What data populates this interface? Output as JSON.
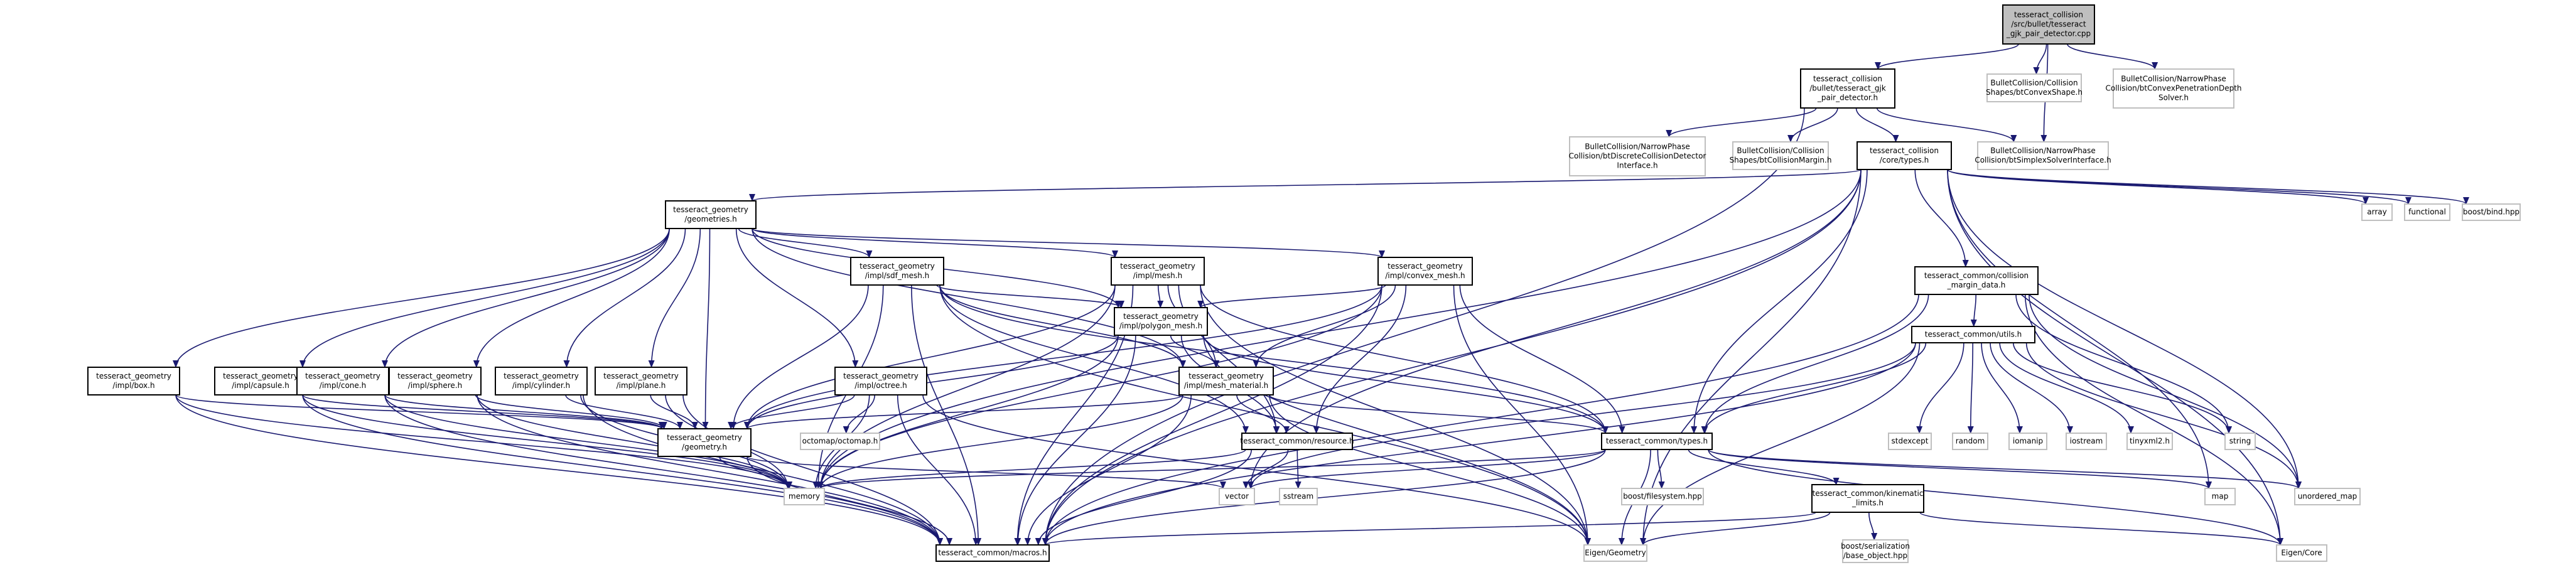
{
  "colors": {
    "edge": "#191970",
    "node_border": "#000000",
    "external_border": "#bfbfbf",
    "root_fill": "#bfbfbf",
    "node_fill": "#ffffff",
    "text": "#000000"
  },
  "nodes": [
    {
      "id": "root",
      "lines": [
        "tesseract_collision",
        "/src/bullet/tesseract",
        "_gjk_pair_detector.cpp"
      ],
      "kind": "root"
    },
    {
      "id": "gjk_h",
      "lines": [
        "tesseract_collision",
        "/bullet/tesseract_gjk",
        "_pair_detector.h"
      ],
      "kind": "doc"
    },
    {
      "id": "btConvexShape",
      "lines": [
        "BulletCollision/Collision",
        "Shapes/btConvexShape.h"
      ],
      "kind": "external"
    },
    {
      "id": "btConvexPen",
      "lines": [
        "BulletCollision/NarrowPhase",
        "Collision/btConvexPenetrationDepth",
        "Solver.h"
      ],
      "kind": "external"
    },
    {
      "id": "btDiscrete",
      "lines": [
        "BulletCollision/NarrowPhase",
        "Collision/btDiscreteCollisionDetector",
        "Interface.h"
      ],
      "kind": "external"
    },
    {
      "id": "btMargin",
      "lines": [
        "BulletCollision/Collision",
        "Shapes/btCollisionMargin.h"
      ],
      "kind": "external"
    },
    {
      "id": "core_types",
      "lines": [
        "tesseract_collision",
        "/core/types.h"
      ],
      "kind": "doc"
    },
    {
      "id": "btSimplex",
      "lines": [
        "BulletCollision/NarrowPhase",
        "Collision/btSimplexSolverInterface.h"
      ],
      "kind": "external"
    },
    {
      "id": "array",
      "lines": [
        "array"
      ],
      "kind": "external"
    },
    {
      "id": "functional",
      "lines": [
        "functional"
      ],
      "kind": "external"
    },
    {
      "id": "boost_bind",
      "lines": [
        "boost/bind.hpp"
      ],
      "kind": "external"
    },
    {
      "id": "geometries",
      "lines": [
        "tesseract_geometry",
        "/geometries.h"
      ],
      "kind": "doc"
    },
    {
      "id": "sdf_mesh",
      "lines": [
        "tesseract_geometry",
        "/impl/sdf_mesh.h"
      ],
      "kind": "doc"
    },
    {
      "id": "mesh",
      "lines": [
        "tesseract_geometry",
        "/impl/mesh.h"
      ],
      "kind": "doc"
    },
    {
      "id": "convex_mesh",
      "lines": [
        "tesseract_geometry",
        "/impl/convex_mesh.h"
      ],
      "kind": "doc"
    },
    {
      "id": "polygon_mesh",
      "lines": [
        "tesseract_geometry",
        "/impl/polygon_mesh.h"
      ],
      "kind": "doc"
    },
    {
      "id": "collision_margin",
      "lines": [
        "tesseract_common/collision",
        "_margin_data.h"
      ],
      "kind": "doc"
    },
    {
      "id": "utils",
      "lines": [
        "tesseract_common/utils.h"
      ],
      "kind": "doc"
    },
    {
      "id": "box",
      "lines": [
        "tesseract_geometry",
        "/impl/box.h"
      ],
      "kind": "doc"
    },
    {
      "id": "capsule",
      "lines": [
        "tesseract_geometry",
        "/impl/capsule.h"
      ],
      "kind": "doc"
    },
    {
      "id": "cone",
      "lines": [
        "tesseract_geometry",
        "/impl/cone.h"
      ],
      "kind": "doc"
    },
    {
      "id": "sphere",
      "lines": [
        "tesseract_geometry",
        "/impl/sphere.h"
      ],
      "kind": "doc"
    },
    {
      "id": "cylinder",
      "lines": [
        "tesseract_geometry",
        "/impl/cylinder.h"
      ],
      "kind": "doc"
    },
    {
      "id": "plane",
      "lines": [
        "tesseract_geometry",
        "/impl/plane.h"
      ],
      "kind": "doc"
    },
    {
      "id": "octree",
      "lines": [
        "tesseract_geometry",
        "/impl/octree.h"
      ],
      "kind": "doc"
    },
    {
      "id": "mesh_material",
      "lines": [
        "tesseract_geometry",
        "/impl/mesh_material.h"
      ],
      "kind": "doc"
    },
    {
      "id": "geometry",
      "lines": [
        "tesseract_geometry",
        "/geometry.h"
      ],
      "kind": "doc"
    },
    {
      "id": "octomap",
      "lines": [
        "octomap/octomap.h"
      ],
      "kind": "external"
    },
    {
      "id": "resource",
      "lines": [
        "tesseract_common/resource.h"
      ],
      "kind": "doc"
    },
    {
      "id": "common_types",
      "lines": [
        "tesseract_common/types.h"
      ],
      "kind": "doc"
    },
    {
      "id": "stdexcept",
      "lines": [
        "stdexcept"
      ],
      "kind": "external"
    },
    {
      "id": "random",
      "lines": [
        "random"
      ],
      "kind": "external"
    },
    {
      "id": "iomanip",
      "lines": [
        "iomanip"
      ],
      "kind": "external"
    },
    {
      "id": "iostream",
      "lines": [
        "iostream"
      ],
      "kind": "external"
    },
    {
      "id": "tinyxml2",
      "lines": [
        "tinyxml2.h"
      ],
      "kind": "external"
    },
    {
      "id": "string",
      "lines": [
        "string"
      ],
      "kind": "external"
    },
    {
      "id": "memory",
      "lines": [
        "memory"
      ],
      "kind": "external"
    },
    {
      "id": "vector",
      "lines": [
        "vector"
      ],
      "kind": "external"
    },
    {
      "id": "sstream",
      "lines": [
        "sstream"
      ],
      "kind": "external"
    },
    {
      "id": "boost_fs",
      "lines": [
        "boost/filesystem.hpp"
      ],
      "kind": "external"
    },
    {
      "id": "kinematic_limits",
      "lines": [
        "tesseract_common/kinematic",
        "_limits.h"
      ],
      "kind": "doc"
    },
    {
      "id": "map",
      "lines": [
        "map"
      ],
      "kind": "external"
    },
    {
      "id": "unordered_map",
      "lines": [
        "unordered_map"
      ],
      "kind": "external"
    },
    {
      "id": "boost_ser",
      "lines": [
        "boost/serialization",
        "/base_object.hpp"
      ],
      "kind": "external"
    },
    {
      "id": "macros",
      "lines": [
        "tesseract_common/macros.h"
      ],
      "kind": "doc"
    },
    {
      "id": "eigen_geometry",
      "lines": [
        "Eigen/Geometry"
      ],
      "kind": "external"
    },
    {
      "id": "eigen_core",
      "lines": [
        "Eigen/Core"
      ],
      "kind": "external"
    }
  ],
  "edges": [
    [
      "root",
      "gjk_h"
    ],
    [
      "root",
      "btConvexShape"
    ],
    [
      "root",
      "btConvexPen"
    ],
    [
      "root",
      "btSimplex"
    ],
    [
      "gjk_h",
      "btDiscrete"
    ],
    [
      "gjk_h",
      "btMargin"
    ],
    [
      "gjk_h",
      "core_types"
    ],
    [
      "gjk_h",
      "btSimplex"
    ],
    [
      "gjk_h",
      "macros"
    ],
    [
      "core_types",
      "geometries"
    ],
    [
      "core_types",
      "array"
    ],
    [
      "core_types",
      "functional"
    ],
    [
      "core_types",
      "boost_bind"
    ],
    [
      "core_types",
      "collision_margin"
    ],
    [
      "core_types",
      "common_types"
    ],
    [
      "core_types",
      "memory"
    ],
    [
      "core_types",
      "vector"
    ],
    [
      "core_types",
      "map"
    ],
    [
      "core_types",
      "unordered_map"
    ],
    [
      "core_types",
      "eigen_geometry"
    ],
    [
      "core_types",
      "eigen_core"
    ],
    [
      "core_types",
      "macros"
    ],
    [
      "geometries",
      "box"
    ],
    [
      "geometries",
      "capsule"
    ],
    [
      "geometries",
      "cone"
    ],
    [
      "geometries",
      "sphere"
    ],
    [
      "geometries",
      "cylinder"
    ],
    [
      "geometries",
      "plane"
    ],
    [
      "geometries",
      "octree"
    ],
    [
      "geometries",
      "sdf_mesh"
    ],
    [
      "geometries",
      "mesh"
    ],
    [
      "geometries",
      "convex_mesh"
    ],
    [
      "geometries",
      "polygon_mesh"
    ],
    [
      "geometries",
      "mesh_material"
    ],
    [
      "geometries",
      "geometry"
    ],
    [
      "sdf_mesh",
      "polygon_mesh"
    ],
    [
      "sdf_mesh",
      "mesh_material"
    ],
    [
      "sdf_mesh",
      "resource"
    ],
    [
      "sdf_mesh",
      "common_types"
    ],
    [
      "sdf_mesh",
      "geometry"
    ],
    [
      "sdf_mesh",
      "memory"
    ],
    [
      "sdf_mesh",
      "macros"
    ],
    [
      "sdf_mesh",
      "eigen_geometry"
    ],
    [
      "mesh",
      "polygon_mesh"
    ],
    [
      "mesh",
      "mesh_material"
    ],
    [
      "mesh",
      "resource"
    ],
    [
      "mesh",
      "common_types"
    ],
    [
      "mesh",
      "geometry"
    ],
    [
      "mesh",
      "memory"
    ],
    [
      "mesh",
      "macros"
    ],
    [
      "mesh",
      "eigen_geometry"
    ],
    [
      "convex_mesh",
      "polygon_mesh"
    ],
    [
      "convex_mesh",
      "mesh_material"
    ],
    [
      "convex_mesh",
      "resource"
    ],
    [
      "convex_mesh",
      "common_types"
    ],
    [
      "convex_mesh",
      "geometry"
    ],
    [
      "convex_mesh",
      "memory"
    ],
    [
      "convex_mesh",
      "macros"
    ],
    [
      "convex_mesh",
      "eigen_geometry"
    ],
    [
      "polygon_mesh",
      "mesh_material"
    ],
    [
      "polygon_mesh",
      "resource"
    ],
    [
      "polygon_mesh",
      "common_types"
    ],
    [
      "polygon_mesh",
      "geometry"
    ],
    [
      "polygon_mesh",
      "memory"
    ],
    [
      "polygon_mesh",
      "macros"
    ],
    [
      "polygon_mesh",
      "eigen_geometry"
    ],
    [
      "mesh_material",
      "resource"
    ],
    [
      "mesh_material",
      "common_types"
    ],
    [
      "mesh_material",
      "geometry"
    ],
    [
      "mesh_material",
      "memory"
    ],
    [
      "mesh_material",
      "macros"
    ],
    [
      "mesh_material",
      "eigen_geometry"
    ],
    [
      "box",
      "geometry"
    ],
    [
      "box",
      "memory"
    ],
    [
      "box",
      "macros"
    ],
    [
      "capsule",
      "geometry"
    ],
    [
      "capsule",
      "memory"
    ],
    [
      "capsule",
      "macros"
    ],
    [
      "cone",
      "geometry"
    ],
    [
      "cone",
      "memory"
    ],
    [
      "cone",
      "macros"
    ],
    [
      "sphere",
      "geometry"
    ],
    [
      "sphere",
      "memory"
    ],
    [
      "sphere",
      "macros"
    ],
    [
      "cylinder",
      "geometry"
    ],
    [
      "cylinder",
      "memory"
    ],
    [
      "cylinder",
      "macros"
    ],
    [
      "plane",
      "geometry"
    ],
    [
      "plane",
      "memory"
    ],
    [
      "plane",
      "macros"
    ],
    [
      "octree",
      "geometry"
    ],
    [
      "octree",
      "octomap"
    ],
    [
      "octree",
      "memory"
    ],
    [
      "octree",
      "macros"
    ],
    [
      "octree",
      "eigen_geometry"
    ],
    [
      "geometry",
      "memory"
    ],
    [
      "geometry",
      "vector"
    ],
    [
      "geometry",
      "macros"
    ],
    [
      "resource",
      "memory"
    ],
    [
      "resource",
      "vector"
    ],
    [
      "resource",
      "sstream"
    ],
    [
      "resource",
      "macros"
    ],
    [
      "collision_margin",
      "utils"
    ],
    [
      "collision_margin",
      "common_types"
    ],
    [
      "collision_margin",
      "string"
    ],
    [
      "collision_margin",
      "unordered_map"
    ],
    [
      "collision_margin",
      "eigen_core"
    ],
    [
      "collision_margin",
      "macros"
    ],
    [
      "utils",
      "stdexcept"
    ],
    [
      "utils",
      "random"
    ],
    [
      "utils",
      "iomanip"
    ],
    [
      "utils",
      "iostream"
    ],
    [
      "utils",
      "tinyxml2"
    ],
    [
      "utils",
      "string"
    ],
    [
      "utils",
      "common_types"
    ],
    [
      "utils",
      "vector"
    ],
    [
      "utils",
      "eigen_geometry"
    ],
    [
      "utils",
      "unordered_map"
    ],
    [
      "utils",
      "macros"
    ],
    [
      "common_types",
      "memory"
    ],
    [
      "common_types",
      "vector"
    ],
    [
      "common_types",
      "boost_fs"
    ],
    [
      "common_types",
      "kinematic_limits"
    ],
    [
      "common_types",
      "map"
    ],
    [
      "common_types",
      "unordered_map"
    ],
    [
      "common_types",
      "eigen_geometry"
    ],
    [
      "common_types",
      "eigen_core"
    ],
    [
      "common_types",
      "macros"
    ],
    [
      "kinematic_limits",
      "boost_ser"
    ],
    [
      "kinematic_limits",
      "eigen_geometry"
    ],
    [
      "kinematic_limits",
      "eigen_core"
    ],
    [
      "kinematic_limits",
      "macros"
    ]
  ]
}
